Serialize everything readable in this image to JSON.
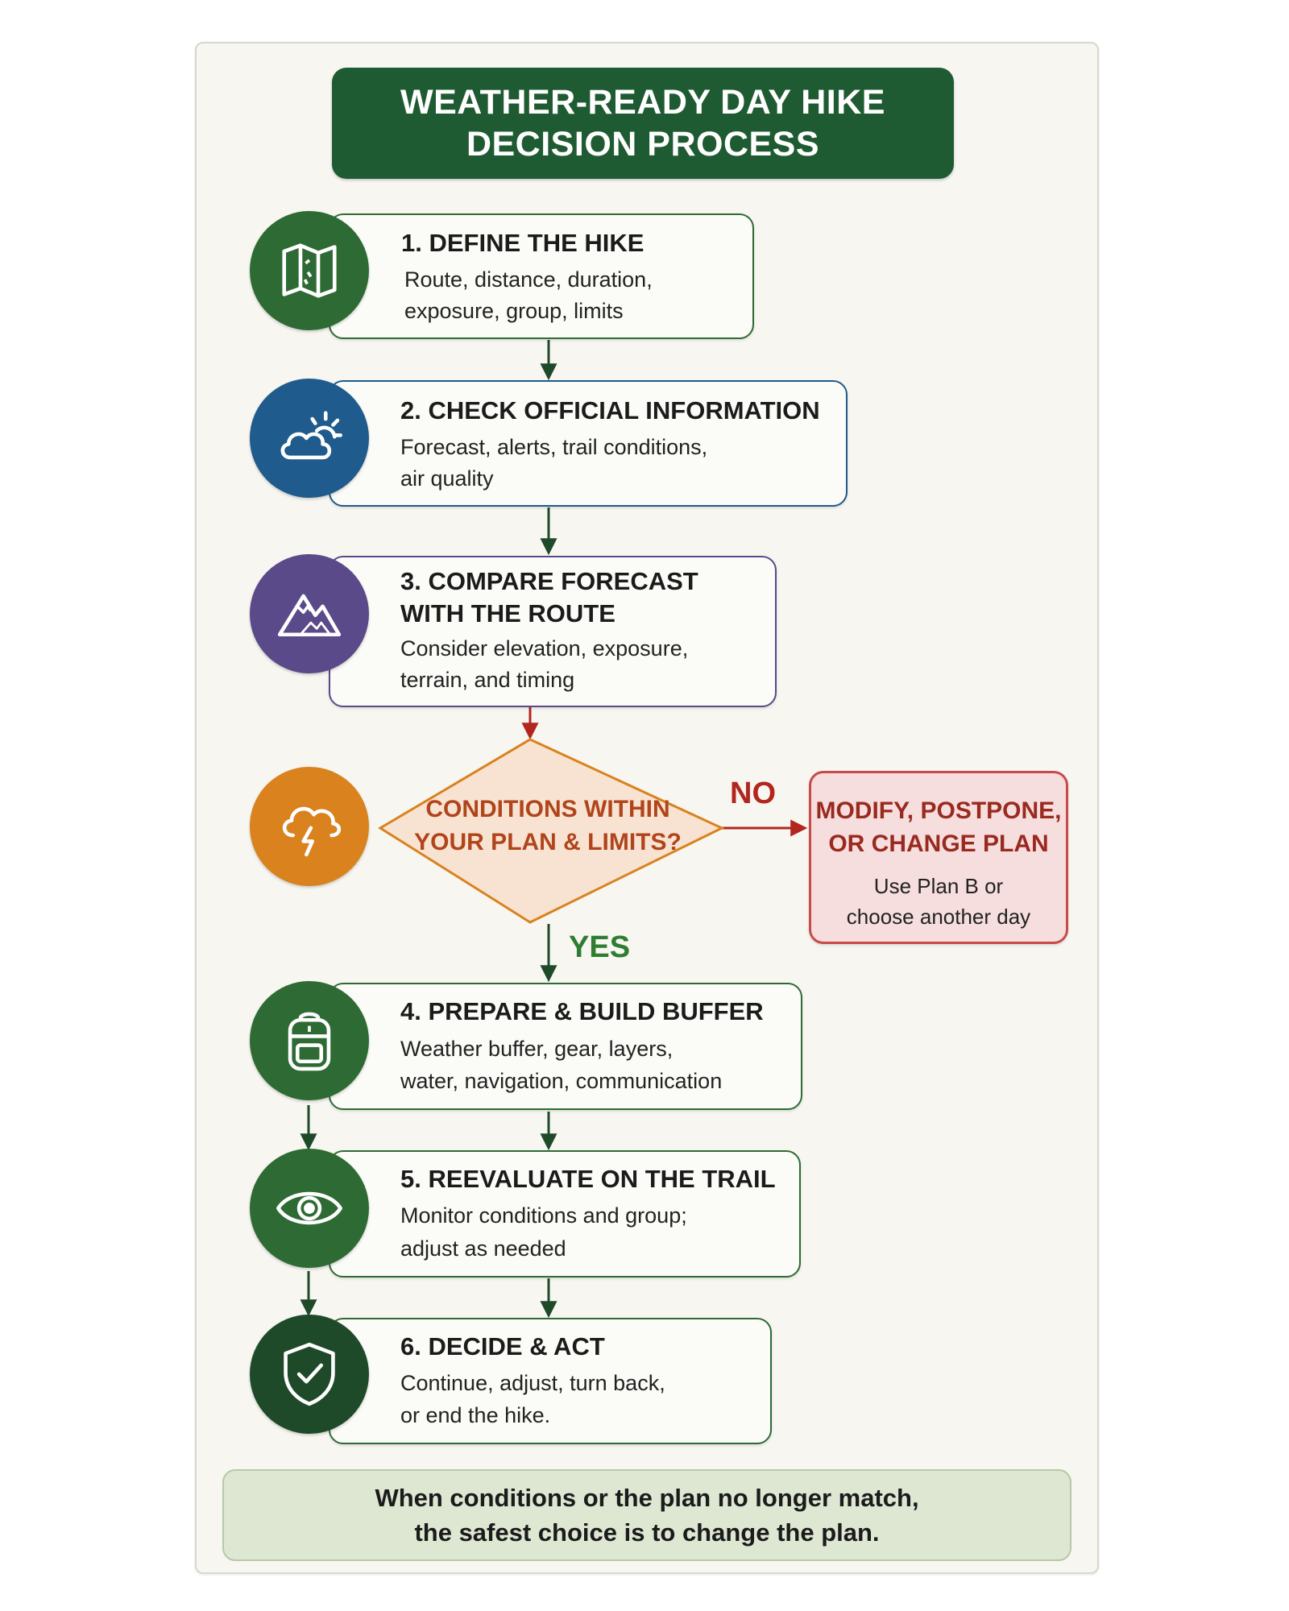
{
  "title": {
    "line1": "WEATHER-READY DAY HIKE",
    "line2": "DECISION PROCESS"
  },
  "steps": [
    {
      "title_line1": "1. DEFINE THE HIKE",
      "desc_line1": "Route, distance, duration,",
      "desc_line2": "exposure, group, limits",
      "icon": "map-icon",
      "color": "#2e6b34"
    },
    {
      "title_line1": "2. CHECK OFFICIAL INFORMATION",
      "desc_line1": "Forecast, alerts, trail conditions,",
      "desc_line2": "air quality",
      "icon": "cloud-sun-icon",
      "color": "#1f5b8c"
    },
    {
      "title_line1": "3. COMPARE FORECAST",
      "title_line2": "WITH THE ROUTE",
      "desc_line1": "Consider elevation, exposure,",
      "desc_line2": "terrain, and timing",
      "icon": "mountain-icon",
      "color": "#5a4a8a"
    },
    {
      "title_line1": "4. PREPARE & BUILD BUFFER",
      "desc_line1": "Weather buffer, gear, layers,",
      "desc_line2": "water, navigation, communication",
      "icon": "backpack-icon",
      "color": "#2e6b34"
    },
    {
      "title_line1": "5. REEVALUATE ON THE TRAIL",
      "desc_line1": "Monitor conditions and group;",
      "desc_line2": "adjust as needed",
      "icon": "eye-icon",
      "color": "#2e6b34"
    },
    {
      "title_line1": "6. DECIDE & ACT",
      "desc_line1": "Continue, adjust, turn back,",
      "desc_line2": "or end the hike.",
      "icon": "shield-check-icon",
      "color": "#1f4a2a"
    }
  ],
  "decision": {
    "line1": "CONDITIONS WITHIN",
    "line2": "YOUR PLAN & LIMITS?",
    "icon": "storm-cloud-icon",
    "yes_label": "YES",
    "no_label": "NO"
  },
  "alternative": {
    "title_line1": "MODIFY, POSTPONE,",
    "title_line2": "OR CHANGE PLAN",
    "desc_line1": "Use Plan B or",
    "desc_line2": "choose another day"
  },
  "footer": {
    "line1": "When conditions or the plan no longer match,",
    "line2": "the safest choice is to change the plan."
  },
  "colors": {
    "green": "#2e6b34",
    "dark_green": "#1f5b32",
    "blue": "#1f5b8c",
    "purple": "#5a4a8a",
    "orange": "#d9821e",
    "red": "#c94a4a",
    "diamond_fill": "#f8e3d2",
    "diamond_text": "#b0451c",
    "yes_green": "#2e7d32",
    "no_red": "#b3261e"
  }
}
